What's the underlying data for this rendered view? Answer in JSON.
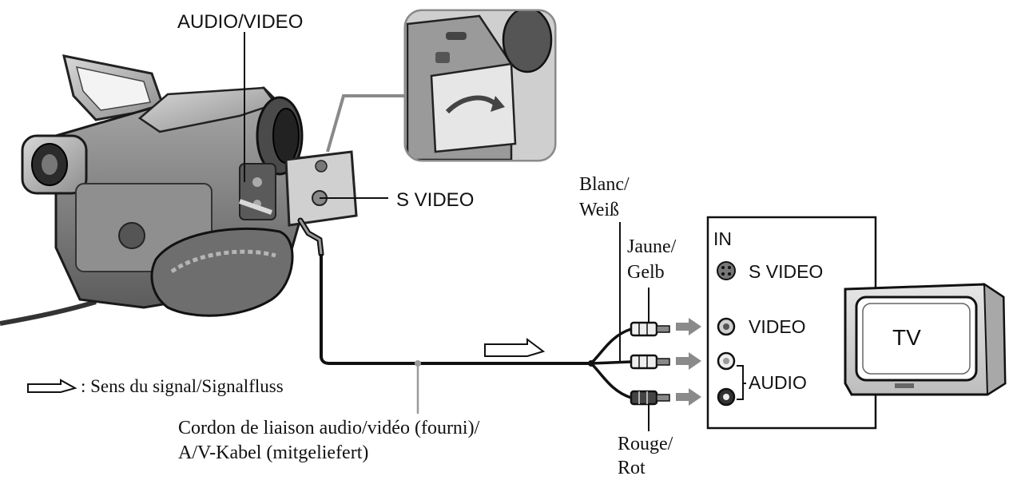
{
  "labels": {
    "audio_video_jack": "AUDIO/VIDEO",
    "s_video_jack": "S VIDEO",
    "signal_legend": ": Sens du signal/Signalfluss",
    "cable_line1": "Cordon de liaison audio/vidéo (fourni)/",
    "cable_line2": "A/V-Kabel (mitgeliefert)",
    "white_line1": "Blanc/",
    "white_line2": "Weiß",
    "yellow_line1": "Jaune/",
    "yellow_line2": "Gelb",
    "red_line1": "Rouge/",
    "red_line2": "Rot"
  },
  "tv_panel": {
    "input_header": "IN",
    "s_video_input": "S VIDEO",
    "video_input": "VIDEO",
    "audio_input": "AUDIO"
  },
  "tv": {
    "label": "TV"
  },
  "icons": {
    "signal_arrow": "hollow-arrow-icon",
    "flow_arrow": "filled-arrow-icon",
    "s_video_port": "s-video-port-icon",
    "rca_port": "rca-port-icon"
  },
  "colors": {
    "ink": "#111111",
    "arrow_gray": "#8a8a8a",
    "camera_gray": "#7a7a7a"
  }
}
